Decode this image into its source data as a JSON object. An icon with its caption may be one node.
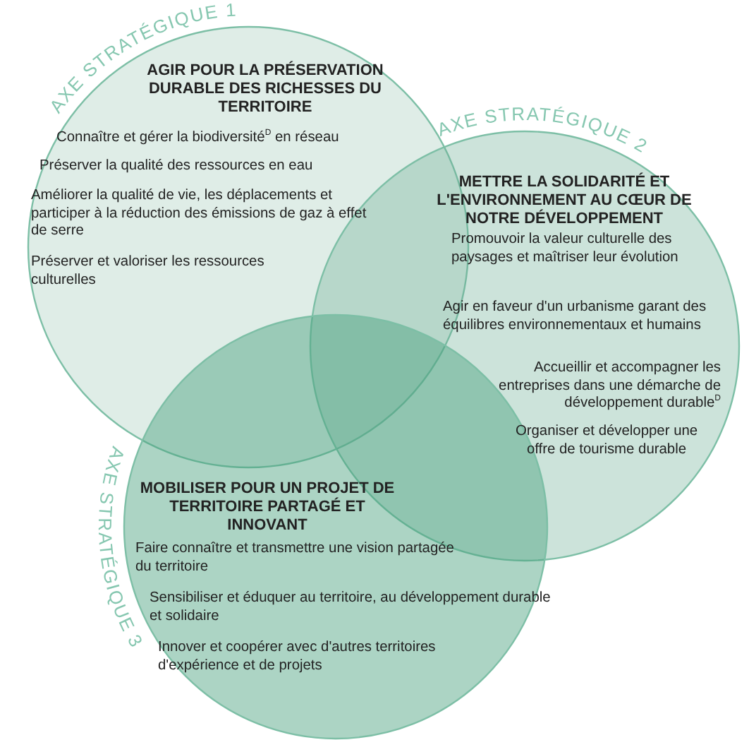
{
  "diagram": {
    "nodes": [
      {
        "text": [
          "AXE STRATÉGIQUE 1",
          "AGIR POUR LA PRÉSERVATION DURABLE DES RICHESSES DU TERRITOIRE",
          "Connaître et gérer la biodiversité$^{D}$ en réseau",
          "Préserver la qualité des ressources en eau",
          "Améliorer la qualité de vie, les déplacements et participer à la réduction des émissions de gaz à effet de serre",
          "Préserver et valoriser les ressources culturelles"
        ]
      },
      {
        "text": [
          "AXE STRATÉGIQUE 2",
          "METTRE LA SOLIDARITÉ ET L'ENVIRONNEMENT AU CŒUR DE NOTRE DÉVELOPPEMENT",
          "Promouvoir la valeur culturelle des paysages et maîtriser leur évolution",
          "Agir en faveur d'un urbanisme garant des équilibres environnementaux et humains",
          "Accueillir et accompagner les entreprises dans une démarche de développement durable$^{D}$",
          "Organiser et développer une offre de tourisme durable"
        ]
      },
      {
        "text": [
          "AXE STRATÉGIQUE 3",
          "MOBILISER POUR UN PROJET DE TERRITOIRE PARTAGÉ ET INNOVANT",
          "Faire connaître et transmettre une vision partagée du territoire",
          "Sensibiliser et éduquer au territoire, au développement durable et solidaire",
          "Innover et coopérer avec d'autres territoires d'expérience et de projets"
        ]
      }
    ]
  }
}
